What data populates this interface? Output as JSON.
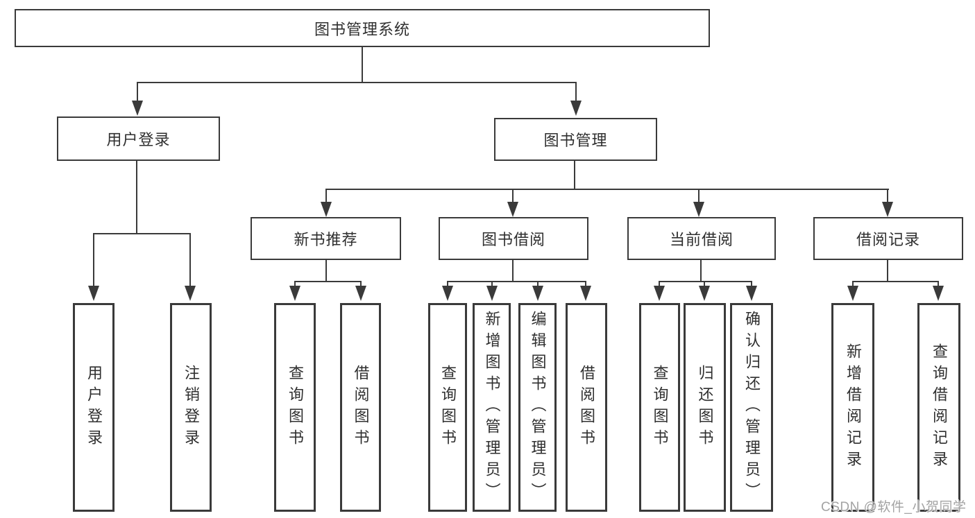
{
  "diagram": {
    "colors": {
      "line": "#3a3a3a",
      "text": "#2f2f2f",
      "background": "#ffffff",
      "watermark": "#a3a3a3"
    },
    "root": {
      "label": "图书管理系统"
    },
    "level2": [
      {
        "label": "用户登录"
      },
      {
        "label": "图书管理"
      }
    ],
    "level3": [
      {
        "label": "新书推荐"
      },
      {
        "label": "图书借阅"
      },
      {
        "label": "当前借阅"
      },
      {
        "label": "借阅记录"
      }
    ],
    "leaves": {
      "user_login": [
        "用户登录",
        "注销登录"
      ],
      "new_books": [
        "查询图书",
        "借阅图书"
      ],
      "book_borrow": [
        "查询图书",
        "新增图书（管理员）",
        "编辑图书（管理员）",
        "借阅图书"
      ],
      "current_borrow": [
        "查询图书",
        "归还图书",
        "确认归还（管理员）"
      ],
      "borrow_records": [
        "新增借阅记录",
        "查询借阅记录"
      ]
    },
    "watermark": "CSDN @软件_小贺同学"
  }
}
